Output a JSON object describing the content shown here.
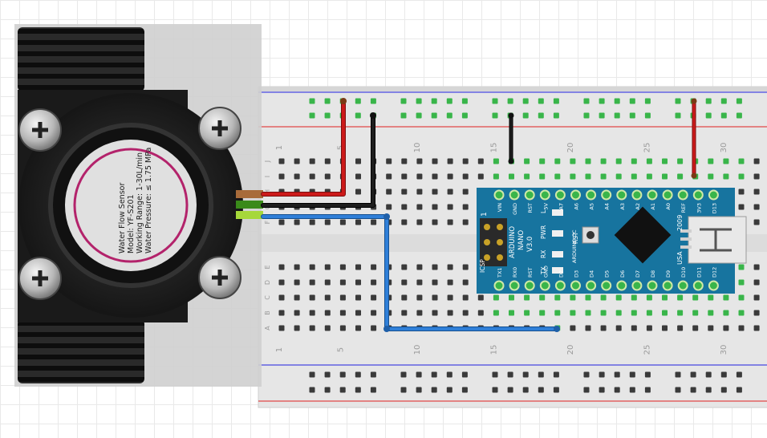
{
  "sensor": {
    "label_lines": [
      "Water Flow Sensor",
      "Model: YF-S201",
      "Working Range: 1-30L/min",
      "Water Pressure: ≤ 1.75 MPa"
    ]
  },
  "breadboard": {
    "column_numbers": [
      "1",
      "5",
      "10",
      "15",
      "20",
      "25",
      "30"
    ],
    "top_row_letters": [
      "J",
      "I",
      "H",
      "G",
      "F"
    ],
    "bottom_row_letters": [
      "E",
      "D",
      "C",
      "B",
      "A"
    ]
  },
  "arduino": {
    "top_pins": [
      "D12",
      "D11",
      "D10",
      "D9",
      "D8",
      "D7",
      "D6",
      "D5",
      "D4",
      "D3",
      "D2",
      "GND",
      "RST",
      "RX0",
      "TX1"
    ],
    "bottom_pins": [
      "D13",
      "3V3",
      "REF",
      "A0",
      "A1",
      "A2",
      "A3",
      "A4",
      "A5",
      "A6",
      "A7",
      "5V",
      "RST",
      "GND",
      "VIN"
    ],
    "led_labels": [
      "L",
      "PWR",
      "RX",
      "TX"
    ],
    "rst_label": "RST",
    "brand_lines": [
      "ARDUINO",
      "NANO",
      "V3.0"
    ],
    "site": "ARDUINO.CC",
    "made_lines": [
      "2009",
      "USA"
    ],
    "icsp_label": "ICSP",
    "icsp_pin1": "1"
  },
  "colors": {
    "wire_red": "#cc1a1a",
    "wire_black": "#1e1e1e",
    "wire_blue": "#2f7fd8",
    "nano_board": "#17749f",
    "sensor_ring": "#b3236b",
    "breadboard": "#eaeaea",
    "rail_red": "#e02020",
    "rail_blue": "#2020e0"
  }
}
